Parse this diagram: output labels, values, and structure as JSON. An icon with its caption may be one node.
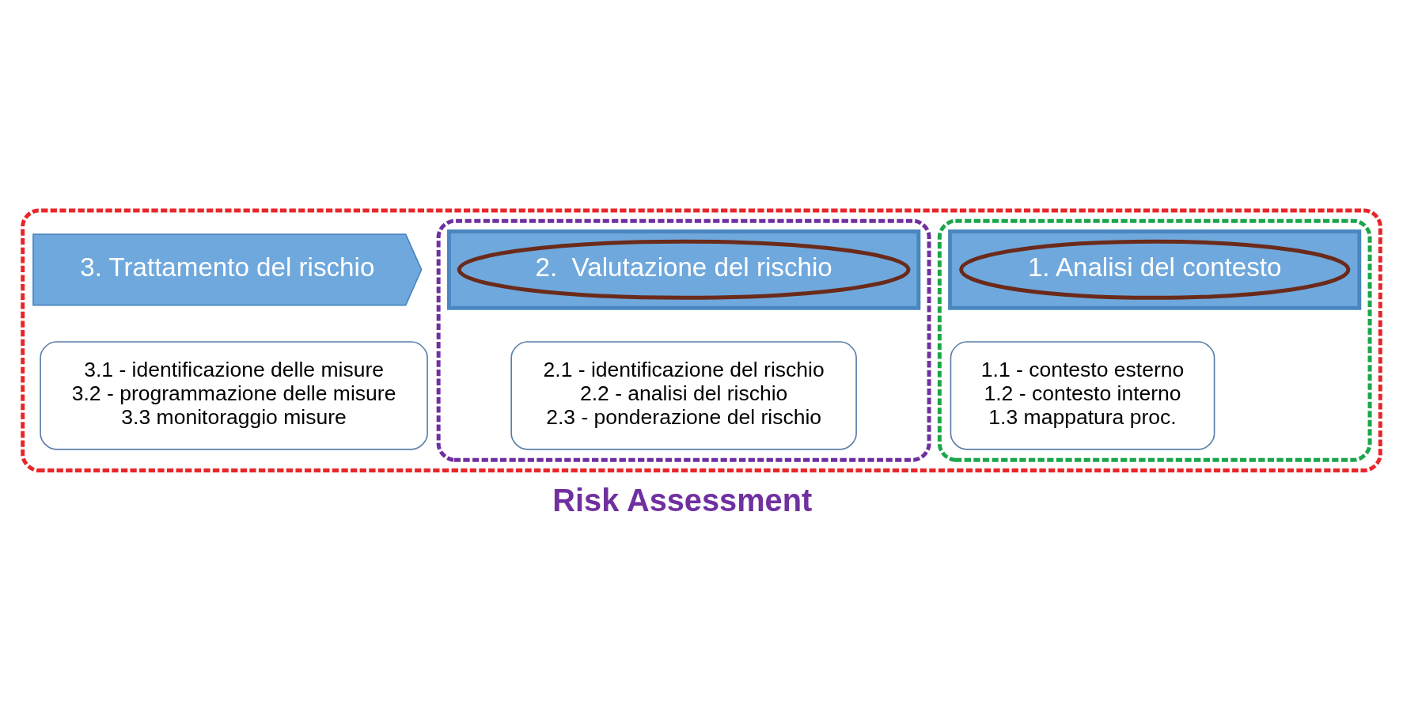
{
  "diagram": {
    "nodes": [
      {
        "text": [],
        "shape": "box"
      },
      {
        "text": [],
        "shape": "box",
        "in": 0
      },
      {
        "text": [],
        "shape": "chevron",
        "in": 1
      },
      {
        "text": [
          "1. Analisi del contesto"
        ],
        "in": 2
      },
      {
        "text": [
          "1.1 - contesto esterno",
          "1.2 - contesto interno",
          "1.3 mappatura proc."
        ],
        "in": 1
      },
      {
        "text": [],
        "shape": "box",
        "in": 0
      },
      {
        "text": [],
        "shape": "chevron",
        "in": 5
      },
      {
        "text": [
          "2.  Valutazione del rischio"
        ],
        "in": 6
      },
      {
        "text": [
          "2.1 - identificazione del rischio",
          "2.2 - analisi del rischio",
          "2.3 - ponderazione del rischio"
        ],
        "in": 5
      },
      {
        "text": [
          "3. Trattamento del rischio"
        ],
        "in": 0
      },
      {
        "text": [
          "3.1 - identificazione delle misure",
          "3.2 - programmazione delle misure",
          "3.3 monitoraggio misure"
        ],
        "in": 0
      }
    ],
    "labels": [
      "Risk Assessment"
    ]
  }
}
